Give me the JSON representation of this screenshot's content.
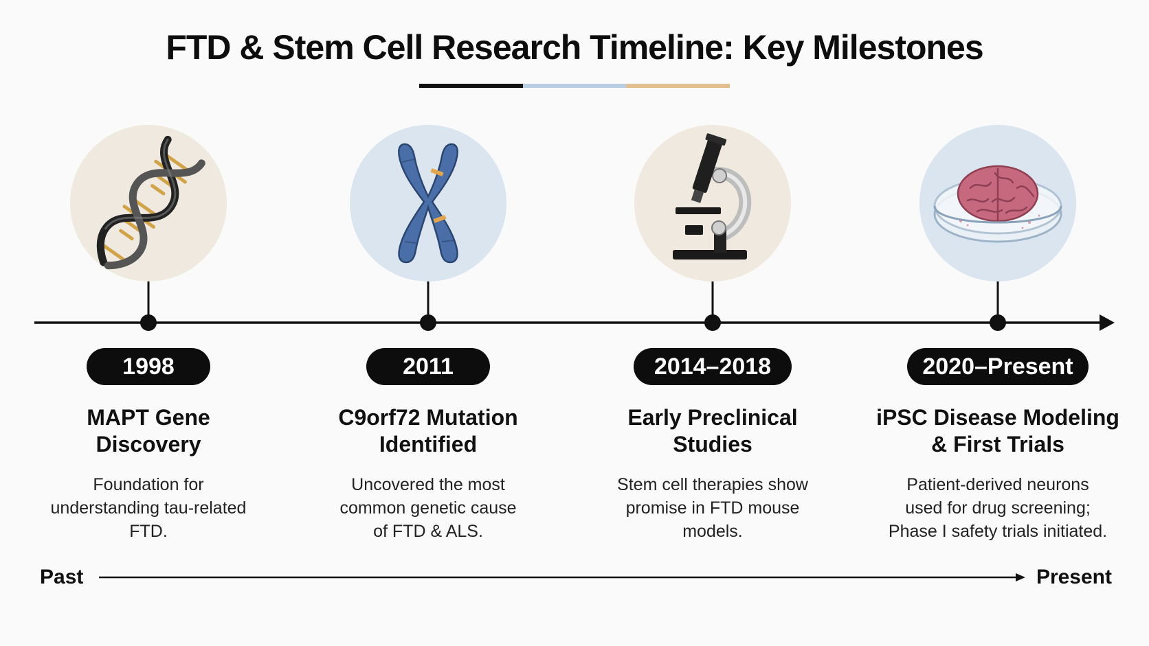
{
  "title": "FTD & Stem Cell Research Timeline: Key Milestones",
  "colors": {
    "underline": [
      "#111111",
      "#b9cde2",
      "#e1c08d"
    ],
    "circle_warm": "#efe9df",
    "circle_cool": "#dbe5ef",
    "pill_bg": "#0d0d0d"
  },
  "milestones": [
    {
      "period": "1998",
      "heading_line1": "MAPT Gene",
      "heading_line2": "Discovery",
      "desc_line1": "Foundation for",
      "desc_line2": "understanding tau-related",
      "desc_line3": "FTD.",
      "icon": "dna-helix-icon"
    },
    {
      "period": "2011",
      "heading_line1": "C9orf72 Mutation",
      "heading_line2": "Identified",
      "desc_line1": "Uncovered the most",
      "desc_line2": "common genetic cause",
      "desc_line3": "of FTD & ALS.",
      "icon": "chromosome-icon"
    },
    {
      "period": "2014–2018",
      "heading_line1": "Early Preclinical",
      "heading_line2": "Studies",
      "desc_line1": "Stem cell therapies show",
      "desc_line2": "promise in FTD mouse",
      "desc_line3": "models.",
      "icon": "microscope-icon"
    },
    {
      "period": "2020–Present",
      "heading_line1": "iPSC Disease Modeling",
      "heading_line2": "& First Trials",
      "desc_line1": "Patient-derived neurons",
      "desc_line2": "used for drug screening;",
      "desc_line3": "Phase I safety trials initiated.",
      "icon": "brain-petri-dish-icon"
    }
  ],
  "axis": {
    "start_label": "Past",
    "end_label": "Present"
  }
}
